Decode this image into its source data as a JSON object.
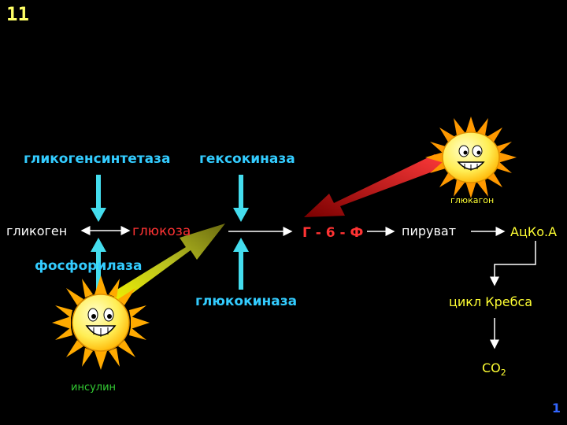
{
  "slide_number": "11",
  "page_number": "1",
  "labels": {
    "glycogen_synthetase": "гликогенсинтетаза",
    "hexokinase": "гексокиназа",
    "glycogen": "гликоген",
    "glucose": "глюкоза",
    "g6p": "Г - 6 - Ф",
    "pyruvate": "пируват",
    "acetyl_coa": "АцКо.А",
    "phosphorylase": "фосфорилаза",
    "glucokinase": "глюкокиназа",
    "krebs_cycle": "цикл Кребса",
    "co2_main": "СО",
    "co2_sub": "2",
    "glucagon": "глюкагон",
    "insulin": "инсулин"
  },
  "colors": {
    "background": "#000000",
    "cyan_text": "#33ccff",
    "cyan_arrow": "#44ddee",
    "white_text": "#ffffff",
    "yellow_text": "#ffff33",
    "red_text": "#ff3333",
    "green_text": "#33cc33",
    "sun_yellow": "#ffcc00",
    "sun_orange": "#ff8800",
    "insulin_arrow": "#d8e020",
    "glucagon_arrow": "#cc0000"
  },
  "icons": [
    "glucagon-sun-icon",
    "insulin-sun-icon"
  ]
}
